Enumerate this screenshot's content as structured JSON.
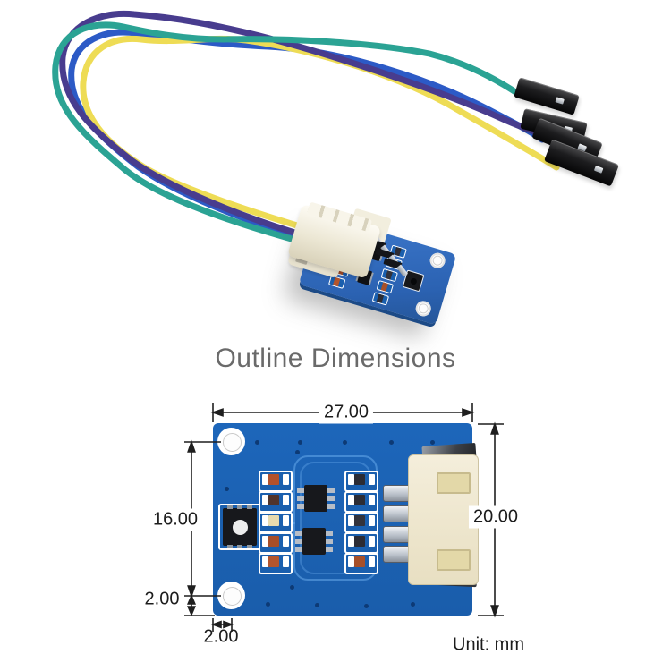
{
  "title": "Outline Dimensions",
  "diagram": {
    "dim_width": "27.00",
    "dim_hole_span": "16.00",
    "dim_height": "20.00",
    "dim_hole_bottom_offset": "2.00",
    "dim_hole_left_offset": "2.00",
    "unit_label": "Unit: mm",
    "pcb_color": "#1d66ba",
    "silkscreen_color": "#ffffff",
    "connector_body_color": "#efe8d2",
    "pin_metal_color": "#c9ced6",
    "via_color": "#0d3a75"
  },
  "photo": {
    "wires": {
      "teal": {
        "color": "#2ba394"
      },
      "purple": {
        "color": "#483c8e"
      },
      "blue": {
        "color": "#2c5ac6"
      },
      "yellow": {
        "color": "#eedc55"
      }
    },
    "pcb_color": "#2f6abe",
    "plug_color": "#f4f0e2",
    "housing_color": "#17181a"
  }
}
